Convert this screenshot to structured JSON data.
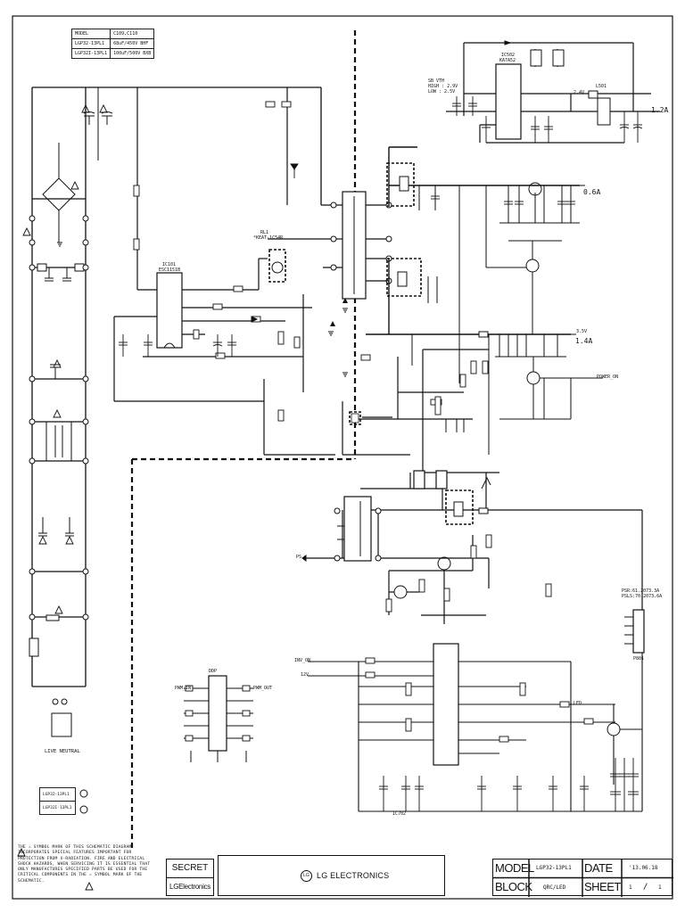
{
  "model_table": {
    "header": [
      "MODEL",
      "C109,C110"
    ],
    "rows": [
      [
        "LGP32-13PL1",
        "68uF/450V BHF"
      ],
      [
        "LGP32I-13PL1",
        "100uF/500V BXB"
      ]
    ]
  },
  "labels": {
    "sb_vth": "SB VTH",
    "sb_high": "HIGH : 2.9V",
    "sb_low": "LOW : 2.5V",
    "rl1": "RL1",
    "rl1_part": "*KEAT-1C54R",
    "ic101": "IC101",
    "ic101_part": "ESC1151B",
    "ic502": "IC502",
    "ic502_part": "KA7A52",
    "l501": "L501",
    "volt_2v": "2.4V",
    "volt_3v": "3.5V",
    "power_on": "POWER_ON",
    "fuse_note_1": "PSR:61.2073.3A",
    "fuse_note_2": "PSLS:70.2073.6A",
    "p801": "P801",
    "inv_on": "INV_ON",
    "v12": "12V",
    "ps": "PS",
    "ic702": "IC702",
    "live_neutral": "LIVE NEUTRAL",
    "pwm_in": "PWM_IN",
    "pwm_out": "PWM_OUT",
    "led_out": "LED",
    "cs_label": "LIVE",
    "ddp": "DDP"
  },
  "currents": {
    "i_12v": "1.2A",
    "i_5v": "0.6A",
    "i_3v": "1.4A"
  },
  "variant_table": [
    "LGP32-13PL1",
    "LGP32I-13PL1"
  ],
  "safety_note": "THE ⚠ SYMBOL MARK OF THIS SCHEMATIC DIAGRAM INCORPORATES SPECIAL FEATURES IMPORTANT FOR PROTECTION FROM X-RADIATION. FIRE AND ELECTRICAL SHOCK HAZARDS, WHEN SERVICING IT IS ESSENTIAL THAT ONLY MANUFACTURES SPECIFIED PARTS BE USED FOR THE CRITICAL COMPONENTS IN THE ⚠ SYMBOL MARK OF THE SCHEMATIC.",
  "title_block": {
    "secret": "SECRET",
    "lg_small": "LGElectronics",
    "lg_big": "LG ELECTRONICS",
    "lg_logo": "LG",
    "model_label": "MODEL",
    "model_value": "LGP32-13PL1",
    "date_label": "DATE",
    "date_value": "'13.06.18",
    "block_label": "BLOCK",
    "block_value": "QRC/LED",
    "sheet_label": "SHEET",
    "sheet_value": "1",
    "sheet_sep": "/",
    "sheet_total": "1"
  },
  "colors": {
    "ink": "#111111",
    "paper": "#ffffff"
  }
}
